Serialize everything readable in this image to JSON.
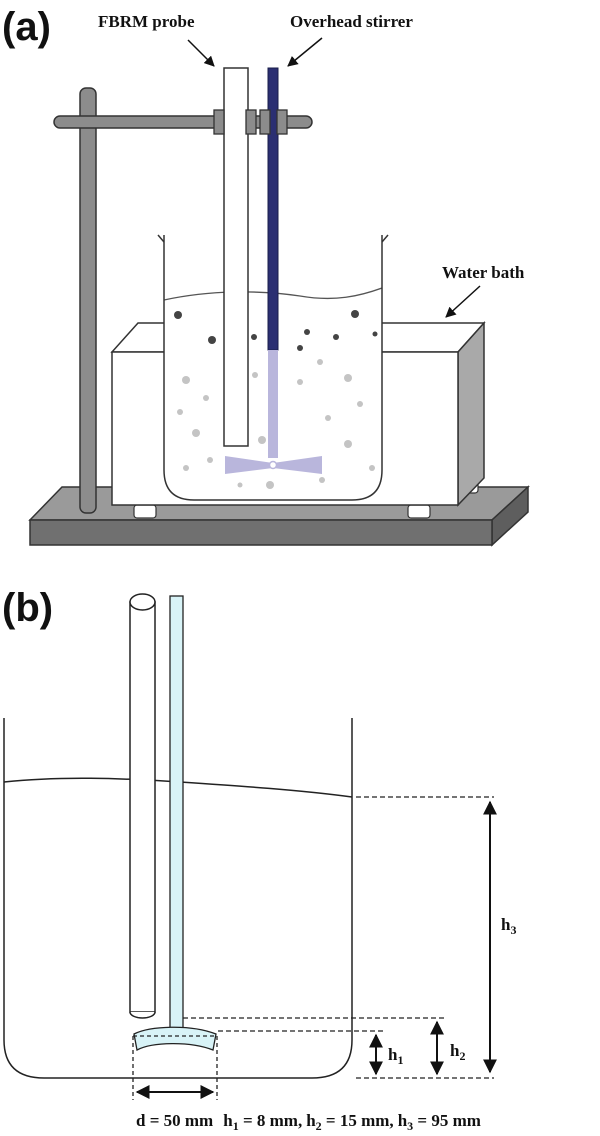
{
  "panel_a": {
    "label": "(a)",
    "labels": {
      "fbrm_probe": "FBRM probe",
      "overhead_stirrer": "Overhead stirrer",
      "water_bath": "Water bath"
    }
  },
  "panel_b": {
    "label": "(b)",
    "dims": {
      "h1": {
        "base": "h",
        "sub": "1"
      },
      "h2": {
        "base": "h",
        "sub": "2"
      },
      "h3": {
        "base": "h",
        "sub": "3"
      }
    },
    "caption": {
      "d": "d = 50 mm",
      "h1": {
        "base": "h",
        "sub": "1",
        "rest": " = 8 mm,"
      },
      "h2": {
        "base": "h",
        "sub": "2",
        "rest": " = 15 mm,"
      },
      "h3": {
        "base": "h",
        "sub": "3",
        "rest": " = 95 mm"
      }
    }
  },
  "colors": {
    "stirrer_dark": "#2b2f72",
    "stirrer_light": "#b9b6dc",
    "stirrer_cyan": "#d8f3f7",
    "stand_grey": "#808080",
    "bath_grey": "#a9a9a9"
  }
}
